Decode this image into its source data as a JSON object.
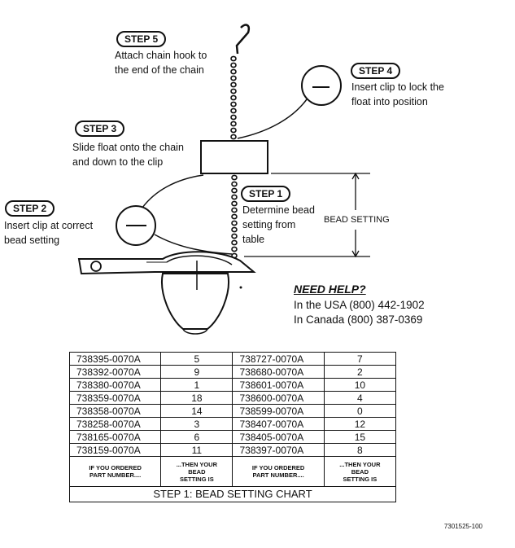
{
  "steps": {
    "step5": {
      "label": "STEP 5",
      "text": "Attach chain hook to\nthe end of the chain"
    },
    "step4": {
      "label": "STEP 4",
      "text": "Insert clip to lock the\nfloat into position"
    },
    "step3": {
      "label": "STEP 3",
      "text": "Slide float onto the chain\nand down to the clip"
    },
    "step2": {
      "label": "STEP 2",
      "text": "Insert clip at correct\nbead setting"
    },
    "step1": {
      "label": "STEP 1",
      "text": "Determine bead\nsetting from\ntable"
    }
  },
  "bead_setting_label": "BEAD SETTING",
  "help": {
    "title": "NEED HELP?",
    "usa": "In the USA (800) 442-1902",
    "canada": "In Canada (800) 387-0369"
  },
  "table": {
    "rows": [
      [
        "738395-0070A",
        "5",
        "738727-0070A",
        "7"
      ],
      [
        "738392-0070A",
        "9",
        "738680-0070A",
        "2"
      ],
      [
        "738380-0070A",
        "1",
        "738601-0070A",
        "10"
      ],
      [
        "738359-0070A",
        "18",
        "738600-0070A",
        "4"
      ],
      [
        "738358-0070A",
        "14",
        "738599-0070A",
        "0"
      ],
      [
        "738258-0070A",
        "3",
        "738407-0070A",
        "12"
      ],
      [
        "738165-0070A",
        "6",
        "738405-0070A",
        "15"
      ],
      [
        "738159-0070A",
        "11",
        "738397-0070A",
        "8"
      ]
    ],
    "headers": [
      "IF YOU ORDERED\nPART NUMBER....",
      "...THEN YOUR\nBEAD\nSETTING IS",
      "IF YOU ORDERED\nPART NUMBER....",
      "...THEN YOUR\nBEAD\nSETTING IS"
    ],
    "caption": "STEP 1: BEAD SETTING CHART"
  },
  "doc_code": "7301525-100"
}
